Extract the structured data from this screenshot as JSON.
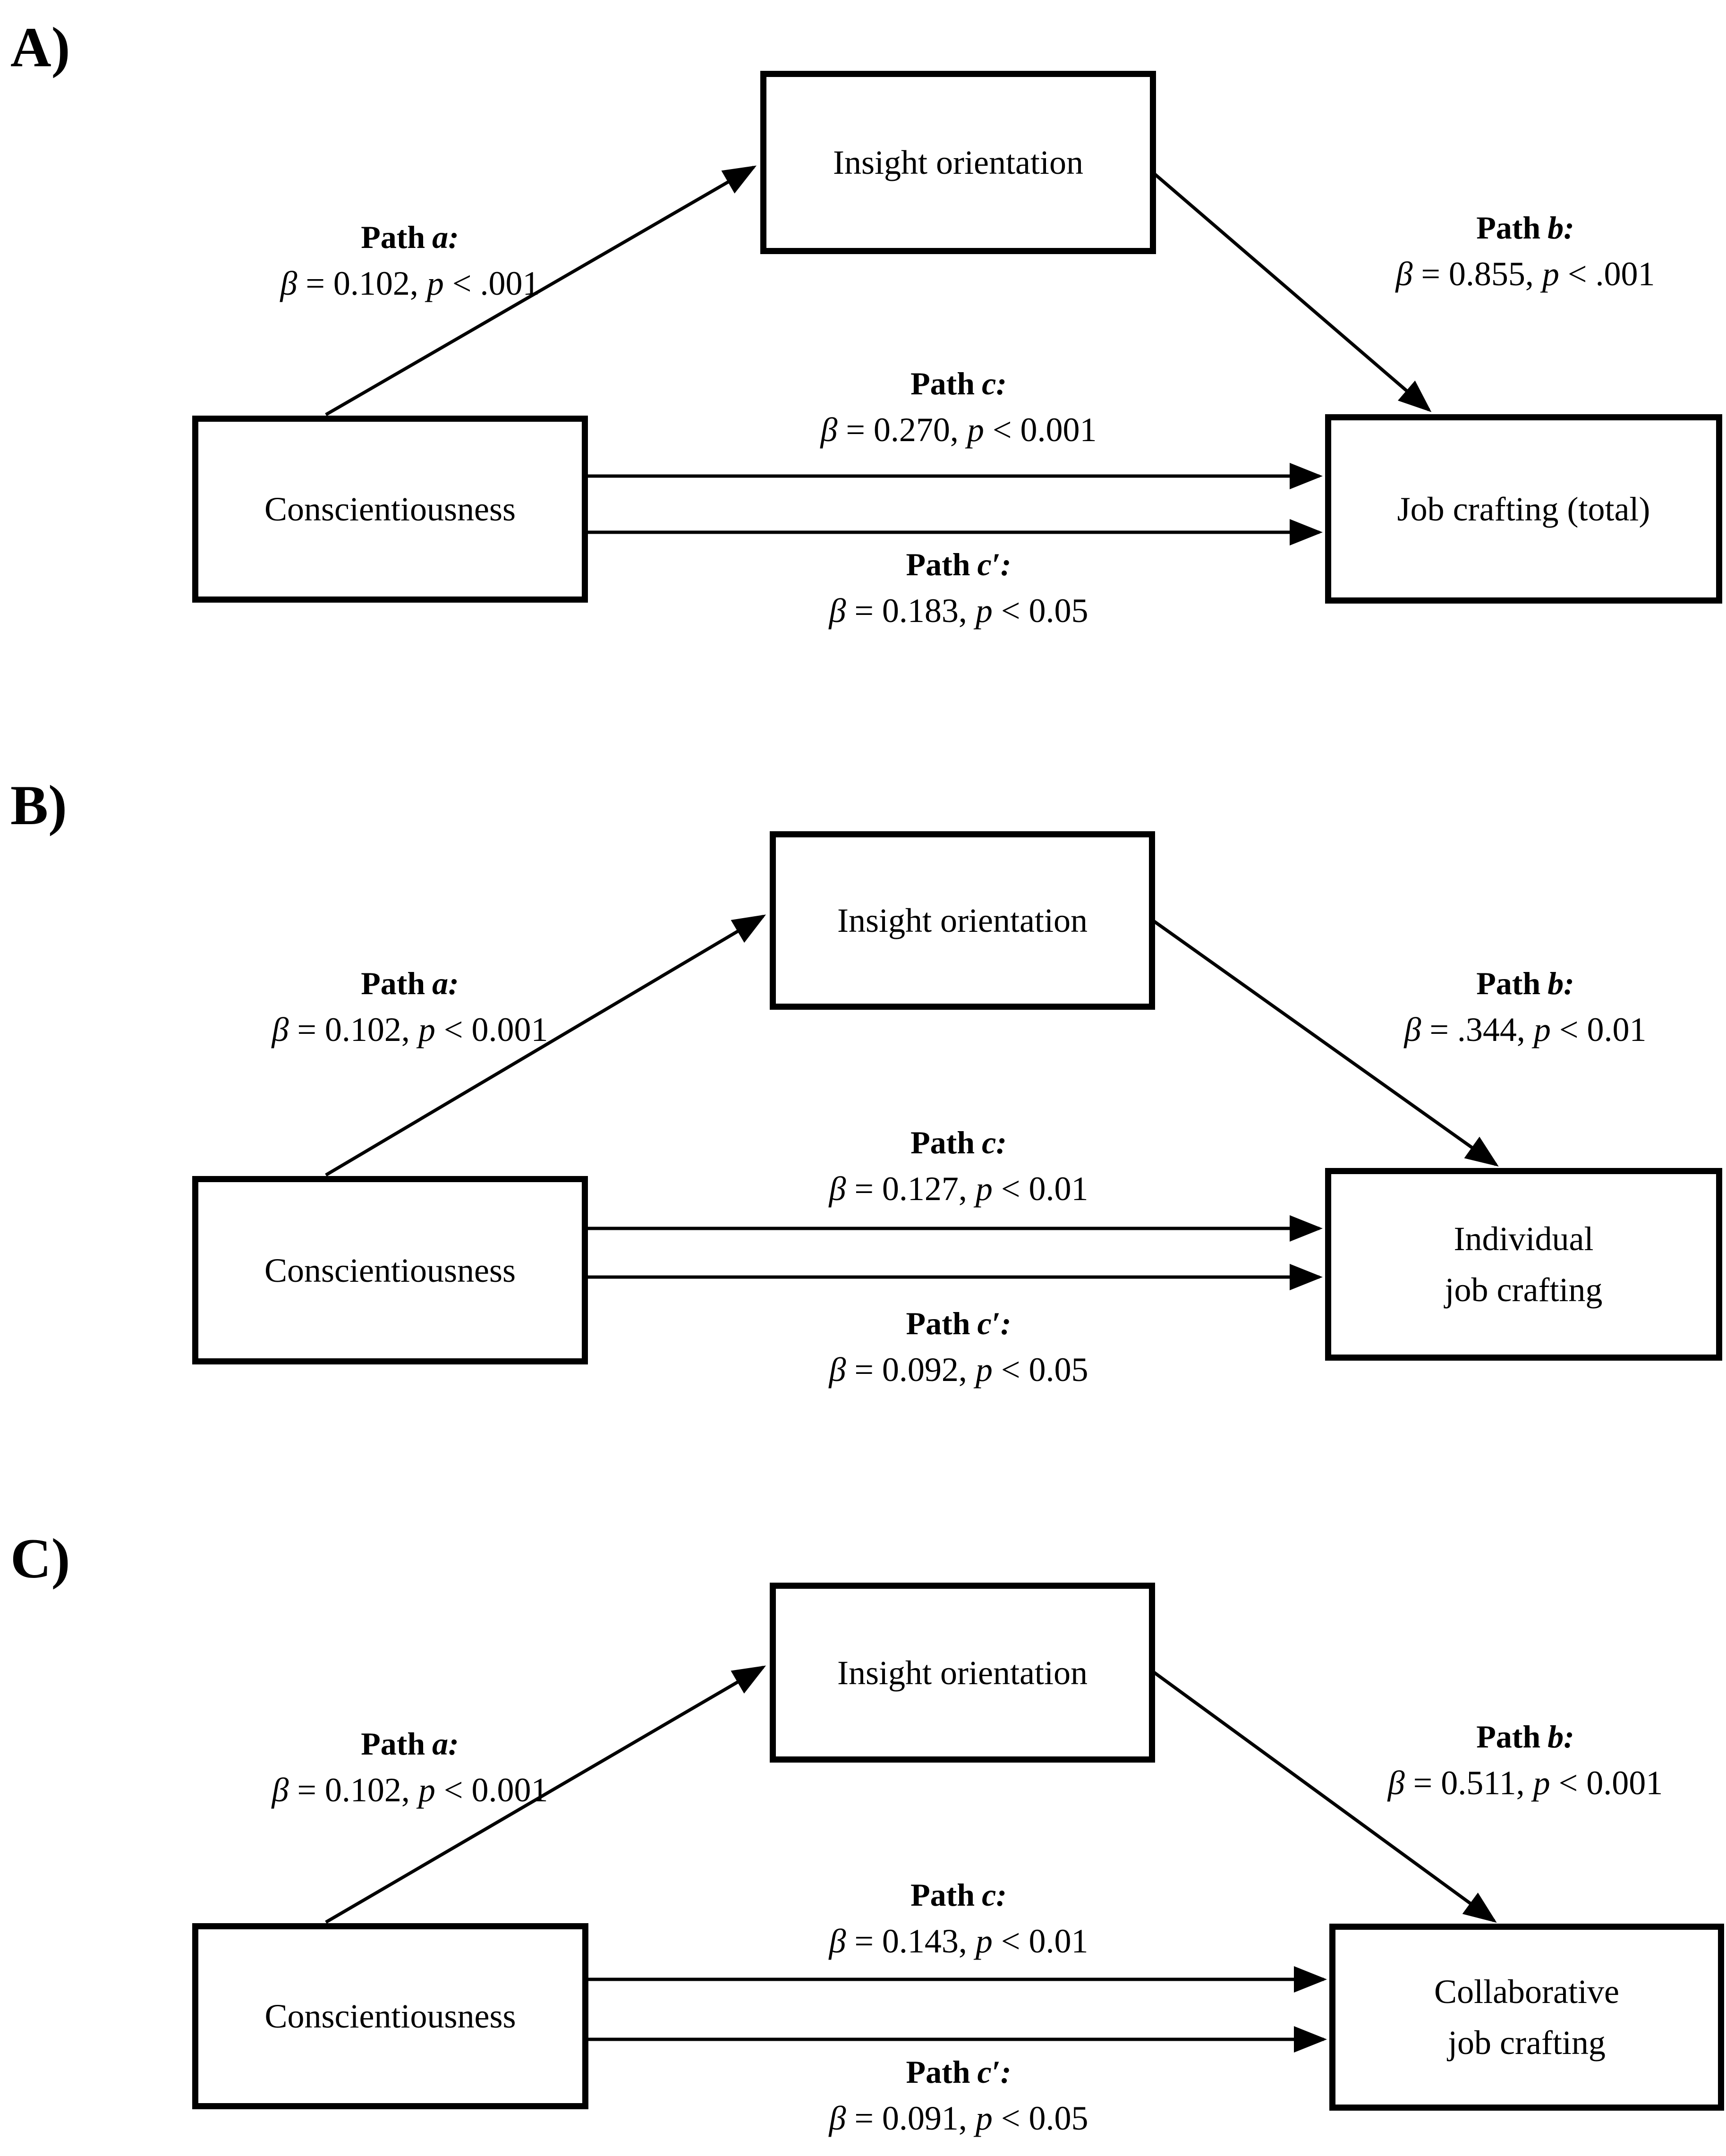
{
  "colors": {
    "ink": "#000000",
    "background": "#ffffff"
  },
  "panels": [
    {
      "label": "A)",
      "mediator": {
        "text": "Insight orientation"
      },
      "predictor": {
        "text": "Conscientiousness"
      },
      "outcome": {
        "line1": "Job crafting (total)",
        "line2": ""
      },
      "paths": {
        "a": {
          "title": "Path",
          "title_var": "a:",
          "beta_sym": "β",
          "beta_rest": " = 0.102, ",
          "p_sym": "p",
          "p_rest": " < .001"
        },
        "b": {
          "title": "Path",
          "title_var": "b:",
          "beta_sym": "β",
          "beta_rest": " = 0.855, ",
          "p_sym": "p",
          "p_rest": " < .001"
        },
        "c": {
          "title": "Path",
          "title_var": "c:",
          "beta_sym": "β",
          "beta_rest": " = 0.270, ",
          "p_sym": "p",
          "p_rest": " < 0.001"
        },
        "c_prime": {
          "title": "Path",
          "title_var": "c′:",
          "beta_sym": "β",
          "beta_rest": " = 0.183, ",
          "p_sym": "p",
          "p_rest": " < 0.05"
        }
      }
    },
    {
      "label": "B)",
      "mediator": {
        "text": "Insight orientation"
      },
      "predictor": {
        "text": "Conscientiousness"
      },
      "outcome": {
        "line1": "Individual",
        "line2": "job crafting"
      },
      "paths": {
        "a": {
          "title": "Path",
          "title_var": "a:",
          "beta_sym": "β",
          "beta_rest": " = 0.102, ",
          "p_sym": "p",
          "p_rest": " < 0.001"
        },
        "b": {
          "title": "Path",
          "title_var": "b:",
          "beta_sym": "β",
          "beta_rest": " = .344, ",
          "p_sym": "p",
          "p_rest": " < 0.01"
        },
        "c": {
          "title": "Path",
          "title_var": "c:",
          "beta_sym": "β",
          "beta_rest": " = 0.127, ",
          "p_sym": "p",
          "p_rest": " < 0.01"
        },
        "c_prime": {
          "title": "Path",
          "title_var": "c′:",
          "beta_sym": "β",
          "beta_rest": " = 0.092, ",
          "p_sym": "p",
          "p_rest": " < 0.05"
        }
      }
    },
    {
      "label": "C)",
      "mediator": {
        "text": "Insight orientation"
      },
      "predictor": {
        "text": "Conscientiousness"
      },
      "outcome": {
        "line1": "Collaborative",
        "line2": "job crafting"
      },
      "paths": {
        "a": {
          "title": "Path",
          "title_var": "a:",
          "beta_sym": "β",
          "beta_rest": " = 0.102, ",
          "p_sym": "p",
          "p_rest": " < 0.001"
        },
        "b": {
          "title": "Path",
          "title_var": "b:",
          "beta_sym": "β",
          "beta_rest": " = 0.511, ",
          "p_sym": "p",
          "p_rest": " < 0.001"
        },
        "c": {
          "title": "Path",
          "title_var": "c:",
          "beta_sym": "β",
          "beta_rest": " = 0.143, ",
          "p_sym": "p",
          "p_rest": " < 0.01"
        },
        "c_prime": {
          "title": "Path",
          "title_var": "c′:",
          "beta_sym": "β",
          "beta_rest": " = 0.091, ",
          "p_sym": "p",
          "p_rest": " < 0.05"
        }
      }
    }
  ]
}
